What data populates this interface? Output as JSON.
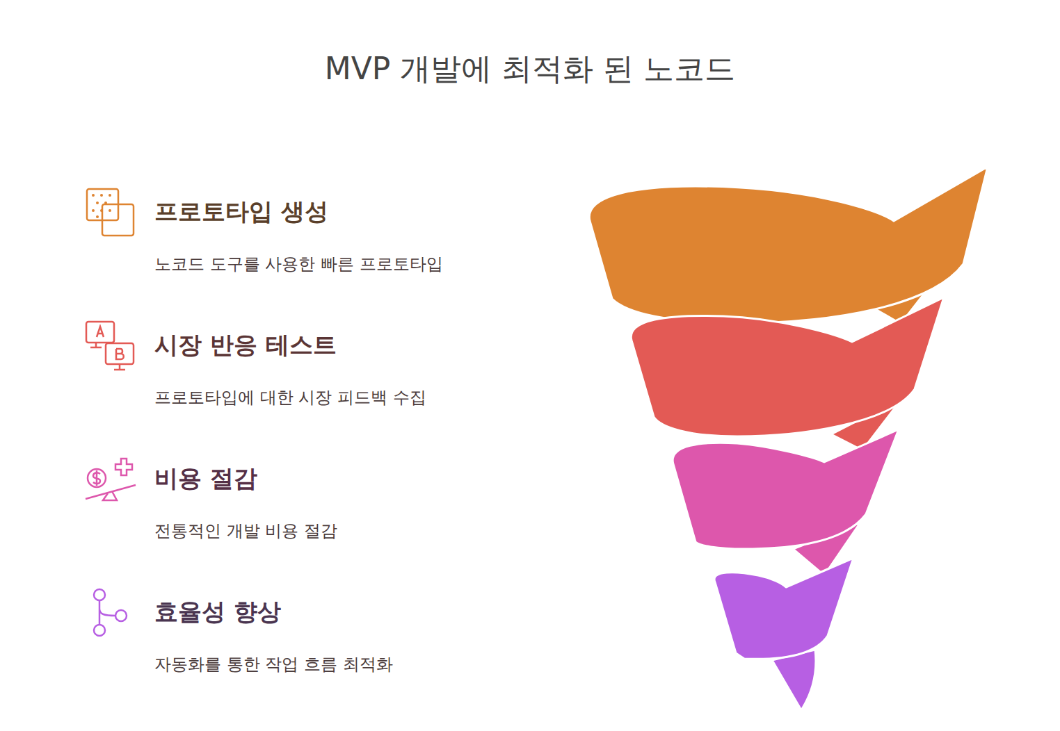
{
  "diagram": {
    "title": "MVP 개발에 최적화 된 노코드",
    "nodes": [
      {
        "text": [
          "프로토타입 생성",
          "노코드 도구를 사용한 빠른 프로토타입"
        ]
      },
      {
        "text": [
          "시장 반응 테스트",
          "프로토타입에 대한 시장 피드백 수집"
        ]
      },
      {
        "text": [
          "비용 절감",
          "전통적인 개발 비용 절감"
        ]
      },
      {
        "text": [
          "효율성 향상",
          "자동화를 통한 작업 흐름 최적화"
        ]
      }
    ]
  }
}
